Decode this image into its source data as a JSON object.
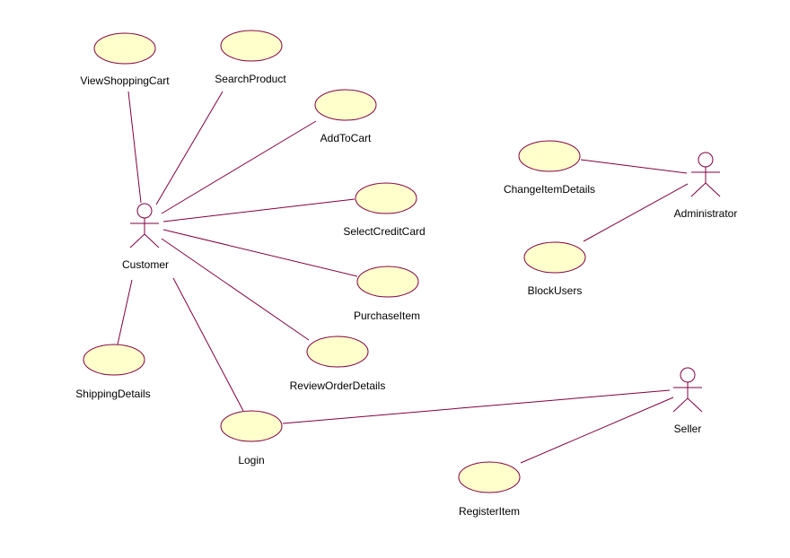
{
  "colors": {
    "line": "#800040",
    "usecase_fill": "#ffffcc",
    "text": "#000000",
    "background": "#ffffff"
  },
  "actors": {
    "customer": {
      "name": "Customer"
    },
    "administrator": {
      "name": "Administrator"
    },
    "seller": {
      "name": "Seller"
    }
  },
  "use_cases": {
    "view_shopping_cart": {
      "name": "ViewShoppingCart"
    },
    "search_product": {
      "name": "SearchProduct"
    },
    "add_to_cart": {
      "name": "AddToCart"
    },
    "select_credit_card": {
      "name": "SelectCreditCard"
    },
    "purchase_item": {
      "name": "PurchaseItem"
    },
    "review_order_details": {
      "name": "ReviewOrderDetails"
    },
    "shipping_details": {
      "name": "ShippingDetails"
    },
    "login": {
      "name": "Login"
    },
    "change_item_details": {
      "name": "ChangeItemDetails"
    },
    "block_users": {
      "name": "BlockUsers"
    },
    "register_item": {
      "name": "RegisterItem"
    }
  },
  "associations": [
    {
      "actor": "Customer",
      "use_case": "ViewShoppingCart"
    },
    {
      "actor": "Customer",
      "use_case": "SearchProduct"
    },
    {
      "actor": "Customer",
      "use_case": "AddToCart"
    },
    {
      "actor": "Customer",
      "use_case": "SelectCreditCard"
    },
    {
      "actor": "Customer",
      "use_case": "PurchaseItem"
    },
    {
      "actor": "Customer",
      "use_case": "ReviewOrderDetails"
    },
    {
      "actor": "Customer",
      "use_case": "ShippingDetails"
    },
    {
      "actor": "Customer",
      "use_case": "Login"
    },
    {
      "actor": "Administrator",
      "use_case": "ChangeItemDetails"
    },
    {
      "actor": "Administrator",
      "use_case": "BlockUsers"
    },
    {
      "actor": "Seller",
      "use_case": "Login"
    },
    {
      "actor": "Seller",
      "use_case": "RegisterItem"
    }
  ]
}
